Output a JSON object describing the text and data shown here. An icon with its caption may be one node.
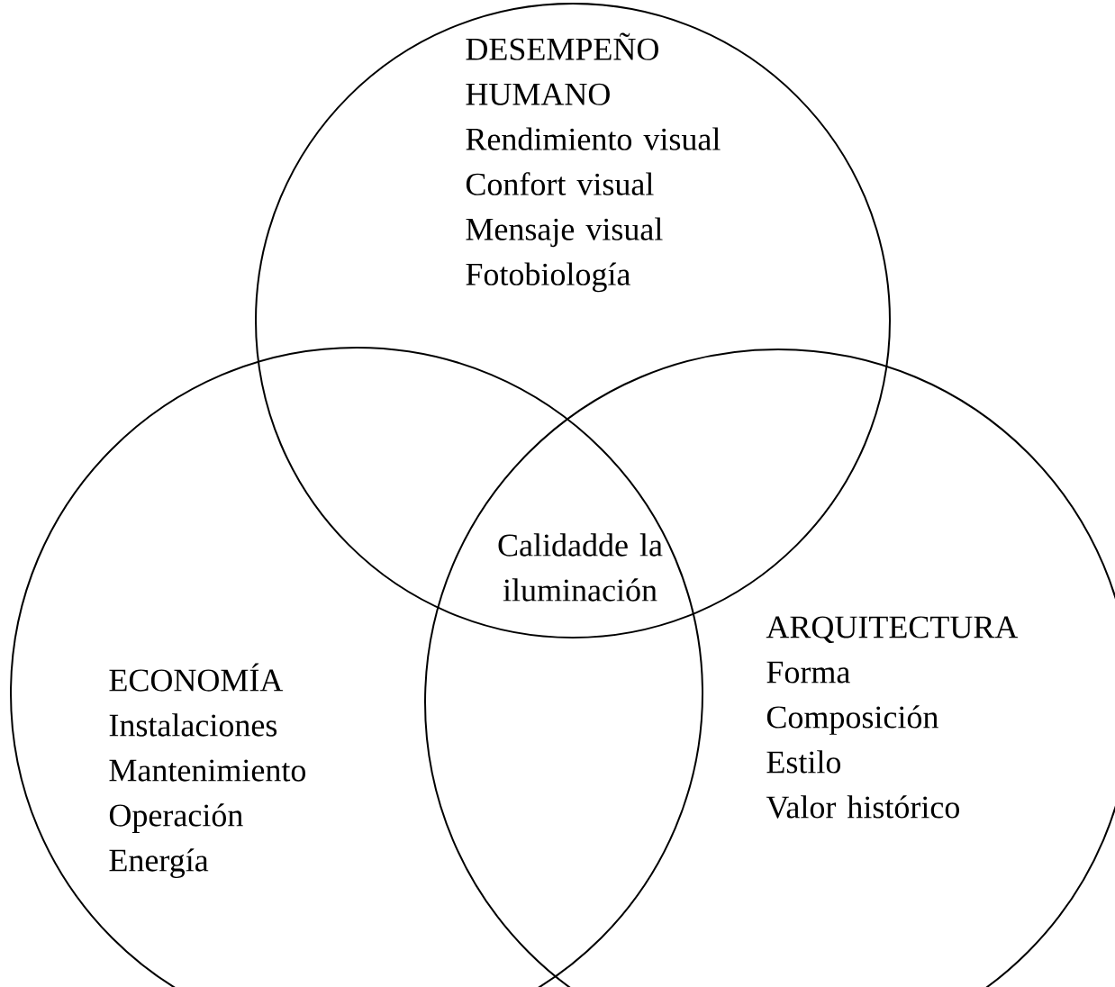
{
  "diagram": {
    "nodes": [
      {
        "text": [
          "DESEMPEÑO HUMANO",
          "Rendimiento visual",
          "Confort visual",
          "Mensaje visual",
          "Fotobiología"
        ]
      },
      {
        "text": [
          "ECONOMÍA",
          "Instalaciones",
          "Mantenimiento",
          "Operación",
          "Energía"
        ]
      },
      {
        "text": [
          "ARQUITECTURA",
          "Forma",
          "Composición",
          "Estilo",
          "Valor histórico"
        ]
      }
    ],
    "labels": [
      "Calidadde la iluminación"
    ]
  }
}
